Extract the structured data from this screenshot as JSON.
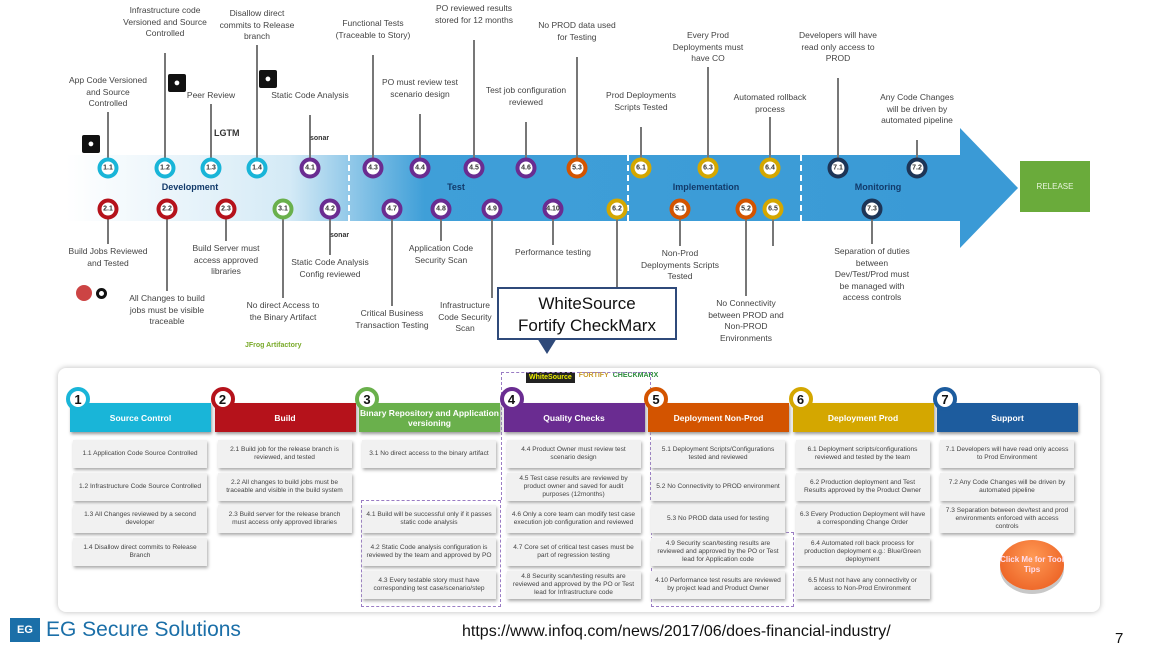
{
  "stages": [
    "Development",
    "Test",
    "Implementation",
    "Monitoring"
  ],
  "release": "RELEASE",
  "colors": {
    "source": "#19b5d8",
    "build": "#b5121b",
    "binary": "#6ab04c",
    "quality": "#6a2c91",
    "nonprod": "#d35400",
    "prod": "#d4a700",
    "support": "#1d5c9e",
    "monitor": "#1d3557"
  },
  "milestones": [
    {
      "id": "1.1",
      "c": "source",
      "label": "App Code Versioned and Source Controlled"
    },
    {
      "id": "1.2",
      "c": "source",
      "label": "Infrastructure code Versioned and Source Controlled"
    },
    {
      "id": "1.3",
      "c": "source",
      "label": "Peer Review"
    },
    {
      "id": "1.4",
      "c": "source",
      "label": "Disallow direct commits to Release branch"
    },
    {
      "id": "4.1",
      "c": "quality",
      "label": "Static Code Analysis"
    },
    {
      "id": "4.3",
      "c": "quality",
      "label": "Functional Tests (Traceable to Story)"
    },
    {
      "id": "4.4",
      "c": "quality",
      "label": "PO must review test scenario design"
    },
    {
      "id": "4.5",
      "c": "quality",
      "label": "PO reviewed results stored for 12 months"
    },
    {
      "id": "4.6",
      "c": "quality",
      "label": "Test job configuration reviewed"
    },
    {
      "id": "5.3",
      "c": "nonprod",
      "label": "No PROD data used for Testing"
    },
    {
      "id": "6.1",
      "c": "prod",
      "label": "Prod Deployments Scripts Tested"
    },
    {
      "id": "6.3",
      "c": "prod",
      "label": "Every Prod Deployments must have CO"
    },
    {
      "id": "6.4",
      "c": "prod",
      "label": "Automated rollback process"
    },
    {
      "id": "7.1",
      "c": "monitor",
      "label": "Developers will have read only access to PROD"
    },
    {
      "id": "7.2",
      "c": "monitor",
      "label": "Any Code Changes will be driven by automated pipeline"
    },
    {
      "id": "2.1",
      "c": "build",
      "label": "Build Jobs Reviewed and Tested"
    },
    {
      "id": "2.2",
      "c": "build",
      "label": "All Changes to build jobs must be visible traceable"
    },
    {
      "id": "2.3",
      "c": "build",
      "label": "Build Server must access approved libraries"
    },
    {
      "id": "3.1",
      "c": "binary",
      "label": "No direct Access to the Binary Artifact"
    },
    {
      "id": "4.2",
      "c": "quality",
      "label": "Static Code Analysis Config reviewed"
    },
    {
      "id": "4.7",
      "c": "quality",
      "label": "Critical Business Transaction Testing"
    },
    {
      "id": "4.8",
      "c": "quality",
      "label": "Application Code Security Scan"
    },
    {
      "id": "4.9",
      "c": "quality",
      "label": "Infrastructure Code Security Scan"
    },
    {
      "id": "4.10",
      "c": "quality",
      "label": "Performance testing"
    },
    {
      "id": "6.2",
      "c": "prod",
      "label": ""
    },
    {
      "id": "5.1",
      "c": "nonprod",
      "label": "Non-Prod Deployments Scripts Tested"
    },
    {
      "id": "5.2",
      "c": "nonprod",
      "label": "No Connectivity between PROD and Non-PROD Environments"
    },
    {
      "id": "6.5",
      "c": "prod",
      "label": ""
    },
    {
      "id": "7.3",
      "c": "monitor",
      "label": "Separation of duties between Dev/Test/Prod must be managed with access controls"
    }
  ],
  "tool_tags": {
    "lgtm": "LGTM",
    "sonar": "sonar",
    "jfrog": "JFrog Artifactory"
  },
  "callout": [
    "WhiteSource",
    "Fortify CheckMarx"
  ],
  "vendor_logos": [
    "WhiteSource",
    "FORTIFY",
    "CHECKMARX"
  ],
  "columns": [
    {
      "n": "1",
      "c": "source",
      "title": "Source Control",
      "items": [
        "1.1 Application Code Source Controlled",
        "1.2 Infrastructure Code Source Controlled",
        "1.3 All Changes reviewed by a second developer",
        "1.4 Disallow direct commits to Release Branch"
      ]
    },
    {
      "n": "2",
      "c": "build",
      "title": "Build",
      "items": [
        "2.1 Build job for the release branch is reviewed, and tested",
        "2.2 All changes to build jobs must be traceable and visible in the build system",
        "2.3 Build server for the release branch must access only approved libraries"
      ]
    },
    {
      "n": "3",
      "c": "binary",
      "title": "Binary Repository and Application versioning",
      "items": [
        "3.1 No direct access to the binary artifact",
        "",
        "4.1 Build will be successful only if it passes static code analysis",
        "4.2 Static Code analysis configuration is reviewed by the team and approved by PO",
        "4.3 Every testable story must have corresponding test case/scenario/step"
      ]
    },
    {
      "n": "4",
      "c": "quality",
      "title": "Quality Checks",
      "items": [
        "4.4 Product Owner must review test scenario design",
        "4.5 Test case results are reviewed by product owner and saved for audit purposes (12months)",
        "4.6 Only a core team can modify test case execution job configuration and reviewed",
        "4.7 Core set of critical test cases must be part of regression testing",
        "4.8 Security scan/testing results are reviewed and approved by the PO or Test lead for Infrastructure code"
      ]
    },
    {
      "n": "5",
      "c": "nonprod",
      "title": "Deployment Non-Prod",
      "items": [
        "5.1 Deployment Scripts/Configurations tested and reviewed",
        "5.2 No Connectivity to PROD environment",
        "5.3 No PROD data used for testing",
        "4.9 Security scan/testing results are reviewed and approved by the PO or Test lead for Application code",
        "4.10 Performance test results are reviewed by project lead and Product Owner"
      ]
    },
    {
      "n": "6",
      "c": "prod",
      "title": "Deployment Prod",
      "items": [
        "6.1 Deployment scripts/configurations reviewed and tested by the team",
        "6.2 Production deployment and Test Results approved by the Product Owner",
        "6.3 Every Production Deployment will have a corresponding Change Order",
        "6.4 Automated roll back process for production deployment e.g.: Blue/Green deployment",
        "6.5 Must not have any connectivity or access to Non-Prod Environment"
      ]
    },
    {
      "n": "7",
      "c": "support",
      "title": "Support",
      "items": [
        "7.1 Developers will have read only access to Prod Environment",
        "7.2 Any Code Changes will be driven by automated pipeline",
        "7.3 Separation between dev/test and prod environments enforced with access controls"
      ]
    }
  ],
  "tooltip_button": "Click Me for Tool Tips",
  "footer": {
    "logo_mark": "EG",
    "company": "EG Secure Solutions",
    "url": "https://www.infoq.com/news/2017/06/does-financial-industry/",
    "page": "7"
  }
}
